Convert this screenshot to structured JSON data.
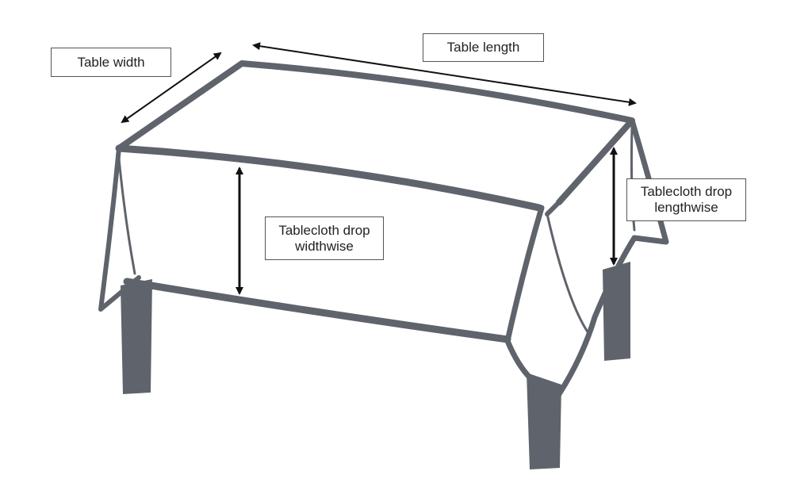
{
  "labels": {
    "table_width": "Table width",
    "table_length": "Table length",
    "drop_widthwise_line1": "Tablecloth drop",
    "drop_widthwise_line2": "widthwise",
    "drop_lengthwise_line1": "Tablecloth drop",
    "drop_lengthwise_line2": "lengthwise"
  },
  "colors": {
    "cloth_outline": "#5f636b",
    "arrow": "#111111",
    "background": "#ffffff"
  }
}
